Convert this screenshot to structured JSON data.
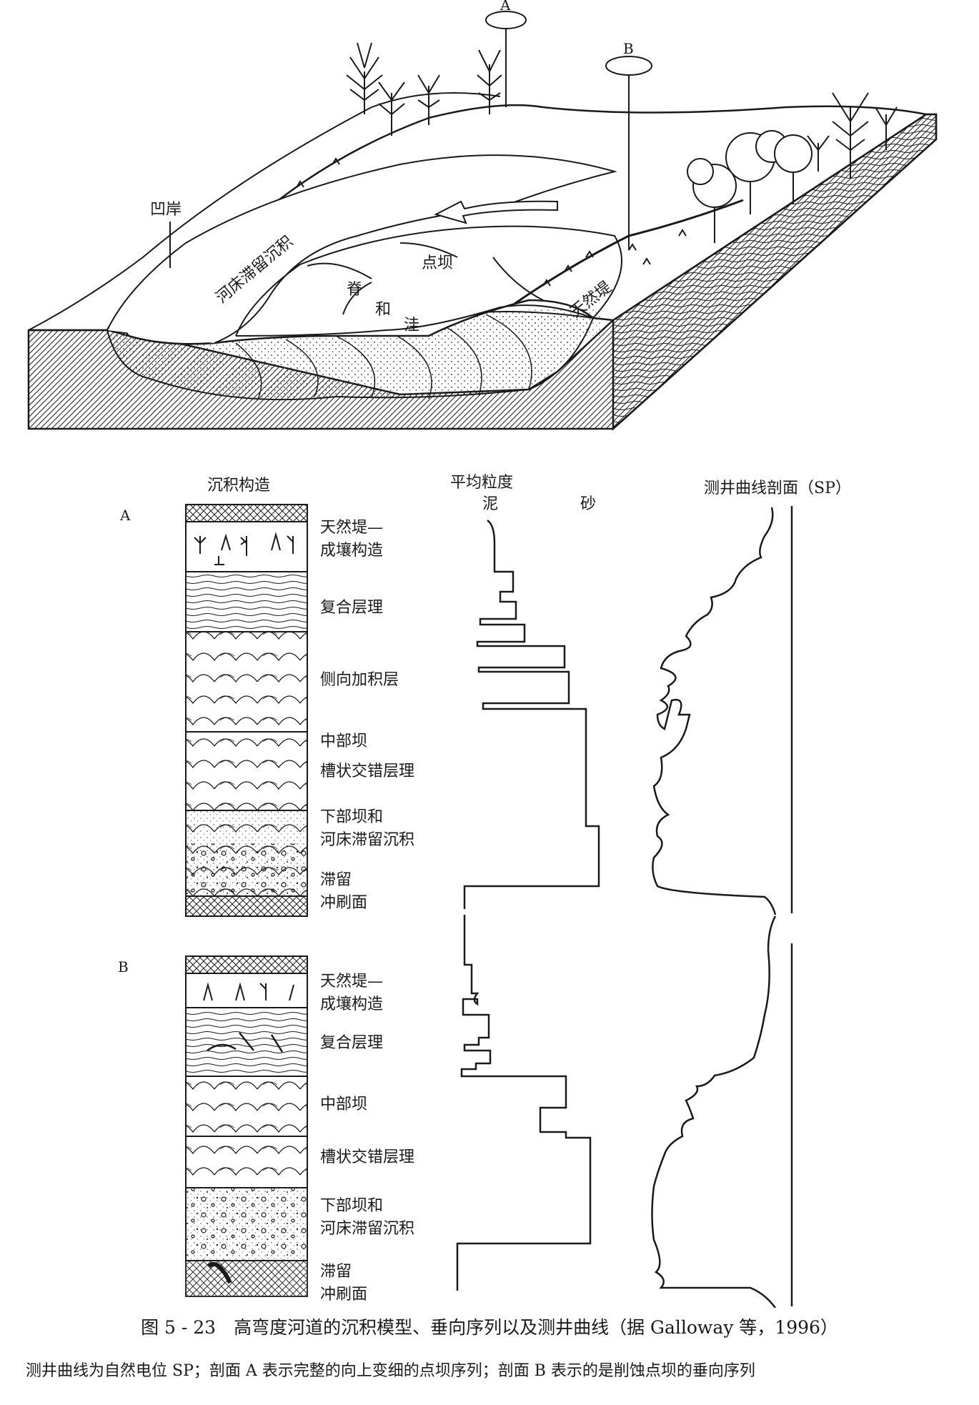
{
  "block_diagram": {
    "label_concave_bank": "凹岸",
    "label_channel_lag": "河床滞留沉积",
    "label_point_bar": "点坝",
    "label_ridge_swale": [
      "脊",
      "和",
      "洼"
    ],
    "label_natural_levee": "天然堤",
    "profile_a": "A",
    "profile_b": "B"
  },
  "column_headers": {
    "sedimentary_structure": "沉积构造",
    "mean_grain_size": "平均粒度",
    "mud": "泥",
    "sand": "砂",
    "sp_log": "测井曲线剖面（SP）"
  },
  "section_a": {
    "label": "A",
    "units": [
      {
        "line1": "天然堤—",
        "line2": "成壤构造"
      },
      {
        "line1": "复合层理",
        "line2": ""
      },
      {
        "line1": "侧向加积层",
        "line2": ""
      },
      {
        "line1": "中部坝",
        "line2": ""
      },
      {
        "line1": "槽状交错层理",
        "line2": ""
      },
      {
        "line1": "下部坝和",
        "line2": "河床滞留沉积"
      },
      {
        "line1": "滞留",
        "line2": "冲刷面"
      }
    ]
  },
  "section_b": {
    "label": "B",
    "units": [
      {
        "line1": "天然堤—",
        "line2": "成壤构造"
      },
      {
        "line1": "复合层理",
        "line2": ""
      },
      {
        "line1": "中部坝",
        "line2": ""
      },
      {
        "line1": "槽状交错层理",
        "line2": ""
      },
      {
        "line1": "下部坝和",
        "line2": "河床滞留沉积"
      },
      {
        "line1": "滞留",
        "line2": "冲刷面"
      }
    ]
  },
  "caption": {
    "main": "图 5 - 23　高弯度河道的沉积模型、垂向序列以及测井曲线（据 Galloway 等，1996）",
    "note": "测井曲线为自然电位 SP；剖面 A 表示完整的向上变细的点坝序列；剖面 B 表示的是削蚀点坝的垂向序列"
  },
  "colors": {
    "ink": "#1a1a1a",
    "paper": "#ffffff",
    "stipple": "#555555"
  }
}
